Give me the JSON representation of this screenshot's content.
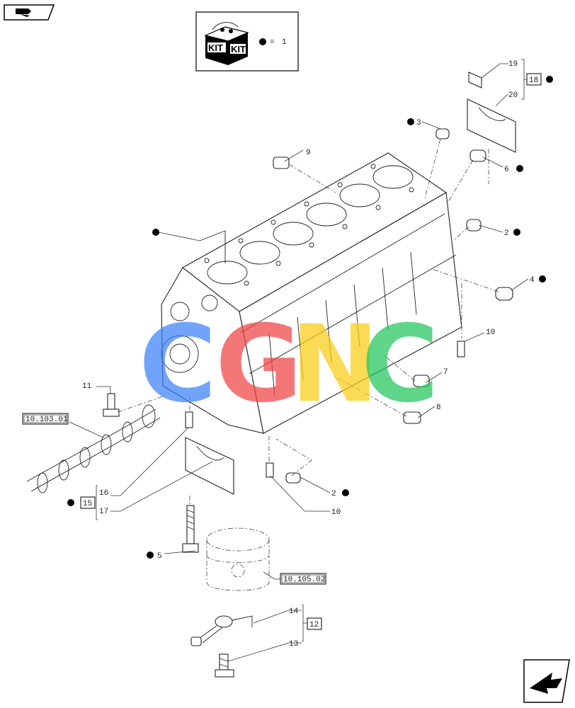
{
  "kit": {
    "label_left": "KIT",
    "label_right": "KIT",
    "legend_equals": "=",
    "legend_number": "1"
  },
  "watermark": {
    "letters": [
      "C",
      "G",
      "N",
      "C"
    ],
    "colors": [
      "#3b82f6",
      "#ef4444",
      "#facc15",
      "#22c55e"
    ]
  },
  "callouts": {
    "c2a": "2",
    "c2b": "2",
    "c3": "3",
    "c4": "4",
    "c5": "5",
    "c6": "6",
    "c7": "7",
    "c8": "8",
    "c9": "9",
    "c10a": "10",
    "c10b": "10",
    "c11": "11",
    "c14": "14",
    "c13": "13",
    "c16": "16",
    "c17": "17",
    "c19": "19",
    "c20": "20"
  },
  "boxed": {
    "b18": "18",
    "b15": "15",
    "b12": "12"
  },
  "references": {
    "camshaft": "10.103.01",
    "piston": "10.105.02"
  },
  "nav": {
    "top_left_icon": "back-book-icon",
    "bottom_right_icon": "next-page-arrow-icon"
  }
}
